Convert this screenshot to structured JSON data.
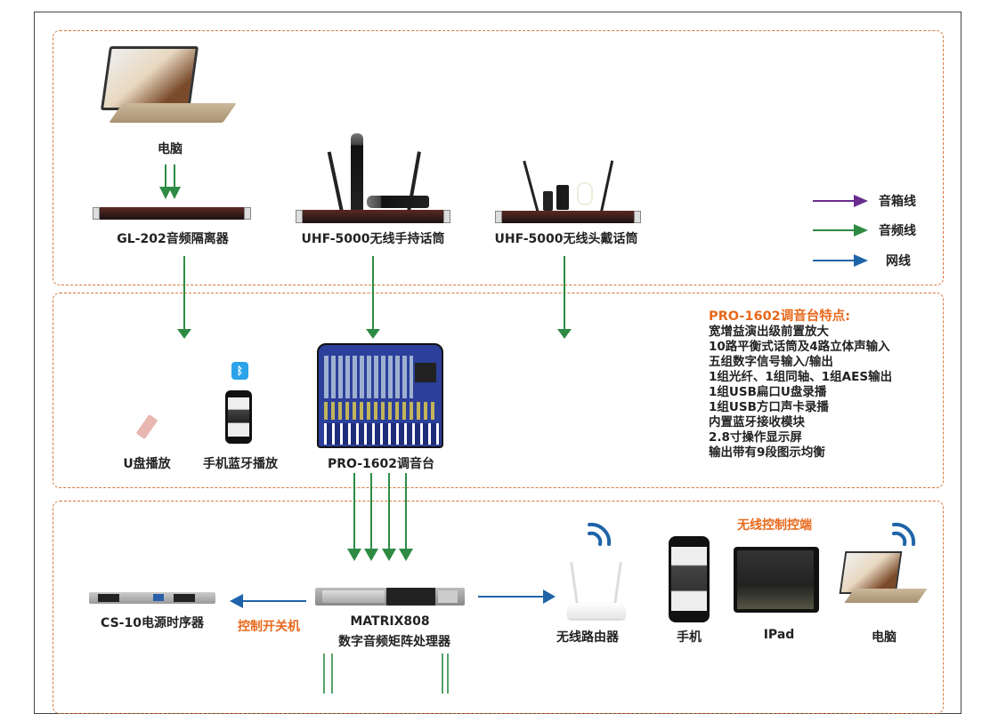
{
  "zones": {
    "top": {
      "devices": {
        "computer": {
          "label": "电脑"
        },
        "isolator": {
          "label": "GL-202音频隔离器"
        },
        "handheld_mic": {
          "label": "UHF-5000无线手持话筒"
        },
        "headset_mic": {
          "label": "UHF-5000无线头戴话筒"
        }
      }
    },
    "middle": {
      "devices": {
        "usb": {
          "label": "U盘播放"
        },
        "phone_bt": {
          "label": "手机蓝牙播放"
        },
        "mixer": {
          "label": "PRO-1602调音台"
        }
      },
      "features": {
        "title": "PRO-1602调音台特点:",
        "items": [
          "宽增益演出级前置放大",
          "10路平衡式话筒及4路立体声输入",
          "五组数字信号输入/输出",
          "1组光纤、1组同轴、1组AES输出",
          "1组USB扁口U盘录播",
          "1组USB方口声卡录播",
          "内置蓝牙接收模块",
          "2.8寸操作显示屏",
          "输出带有9段图示均衡"
        ]
      }
    },
    "bottom": {
      "devices": {
        "sequencer": {
          "label": "CS-10电源时序器"
        },
        "control_note": {
          "label": "控制开关机"
        },
        "matrix": {
          "label": "MATRIX808",
          "sublabel": "数字音频矩阵处理器"
        },
        "router": {
          "label": "无线路由器"
        },
        "phone": {
          "label": "手机"
        },
        "ipad": {
          "label": "IPad"
        },
        "laptop": {
          "label": "电脑"
        }
      },
      "wireless_title": "无线控制控端"
    }
  },
  "legend": [
    {
      "label": "音箱线",
      "color": "#6a2c8f"
    },
    {
      "label": "音频线",
      "color": "#2e8b43"
    },
    {
      "label": "网线",
      "color": "#1f64a8"
    }
  ],
  "colors": {
    "zone_border": "#d9773a",
    "accent": "#e8691c",
    "audio": "#2e8b43",
    "network": "#1f64a8",
    "speaker": "#6a2c8f"
  }
}
